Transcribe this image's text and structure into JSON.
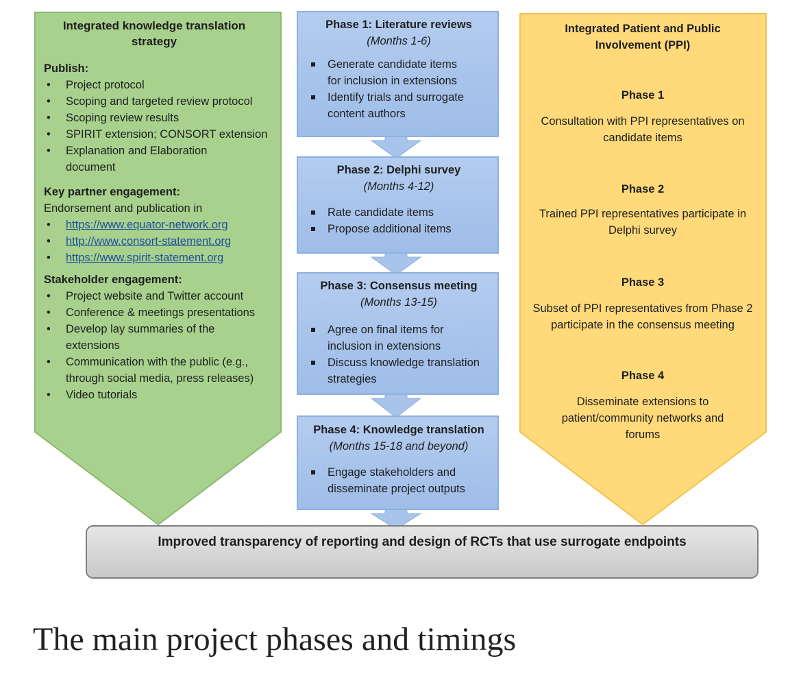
{
  "left_panel": {
    "title": "Integrated knowledge translation strategy",
    "publish_heading": "Publish:",
    "publish_items": [
      "Project protocol",
      "Scoping and targeted review protocol",
      "Scoping review results",
      "SPIRIT extension; CONSORT extension",
      "Explanation and Elaboration document"
    ],
    "partner_heading": "Key partner engagement:",
    "partner_intro": "Endorsement and publication in",
    "partner_links": [
      "https://www.equator-network.org",
      "http://www.consort-statement.org",
      "https://www.spirit-statement.org"
    ],
    "stakeholder_heading": "Stakeholder engagement:",
    "stakeholder_items": [
      "Project website and Twitter account",
      "Conference & meetings presentations",
      "Develop lay summaries of the extensions",
      "Communication with the public (e.g., through social media, press releases)",
      "Video tutorials"
    ]
  },
  "phases": [
    {
      "title": "Phase 1: Literature reviews",
      "duration": "(Months 1-6)",
      "items": [
        "Generate candidate items for inclusion in extensions",
        "Identify trials and surrogate content authors"
      ]
    },
    {
      "title": "Phase 2: Delphi survey",
      "duration": "(Months 4-12)",
      "items": [
        "Rate candidate items",
        "Propose additional items"
      ]
    },
    {
      "title": "Phase 3: Consensus meeting",
      "duration": "(Months 13-15)",
      "items": [
        "Agree on final items for inclusion in extensions",
        "Discuss knowledge translation strategies"
      ]
    },
    {
      "title": "Phase 4: Knowledge translation",
      "duration": "(Months 15-18 and beyond)",
      "items": [
        "Engage stakeholders and disseminate project outputs"
      ]
    }
  ],
  "right_panel": {
    "title": "Integrated Patient and Public Involvement (PPI)",
    "phases": [
      {
        "label": "Phase 1",
        "text": "Consultation with PPI representatives on candidate items"
      },
      {
        "label": "Phase 2",
        "text": "Trained PPI representatives participate in Delphi survey"
      },
      {
        "label": "Phase 3",
        "text": "Subset of PPI representatives from Phase 2 participate in the consensus meeting"
      },
      {
        "label": "Phase 4",
        "text": "Disseminate extensions to patient/community networks and forums"
      }
    ]
  },
  "outcome": "Improved transparency of reporting and design of RCTs that use surrogate endpoints",
  "caption": "The main project phases and timings",
  "colors": {
    "green_fill": "#a9d18e",
    "green_stroke": "#8cb870",
    "blue_fill": "#a9c4ea",
    "blue_stroke": "#8fb0df",
    "orange_fill": "#ffd97a",
    "orange_stroke": "#f2c24f",
    "gray_fill": "#d6d6d6",
    "gray_stroke": "#7f7f7f"
  }
}
